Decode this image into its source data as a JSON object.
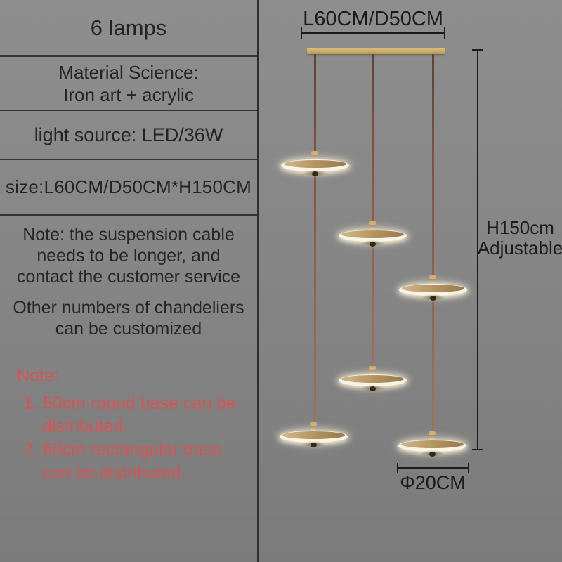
{
  "spec_rows": [
    {
      "text": "6 lamps"
    },
    {
      "lines": [
        "Material Science:",
        "Iron art + acrylic"
      ]
    },
    {
      "text": "light source: LED/36W"
    },
    {
      "text": "size:L60CM/D50CM*H150CM"
    }
  ],
  "notes_black": [
    {
      "lines": [
        "Note: the suspension cable",
        "needs to be longer, and",
        "contact the customer service"
      ]
    },
    {
      "lines": [
        "Other numbers of chandeliers",
        "can be customized"
      ]
    }
  ],
  "notes_red": {
    "title": "Note:",
    "items": [
      {
        "lines": [
          "1. 50cm round base can be",
          "distributed."
        ]
      },
      {
        "lines": [
          "2. 60cm rectangular base",
          "can be distributed."
        ]
      }
    ]
  },
  "dimensions": {
    "width": "L60CM/D50CM",
    "height_line1": "H150cm",
    "height_line2": "Adjustable",
    "diameter": "Φ20CM"
  },
  "product": {
    "lamp_count": 6,
    "colors": {
      "background": "#848484",
      "gold_bar": "#cbab68",
      "cable_brown": "#8a5a44",
      "led_glow": "#f9f4e6",
      "accent_red": "#d95353",
      "text": "#242424"
    }
  }
}
